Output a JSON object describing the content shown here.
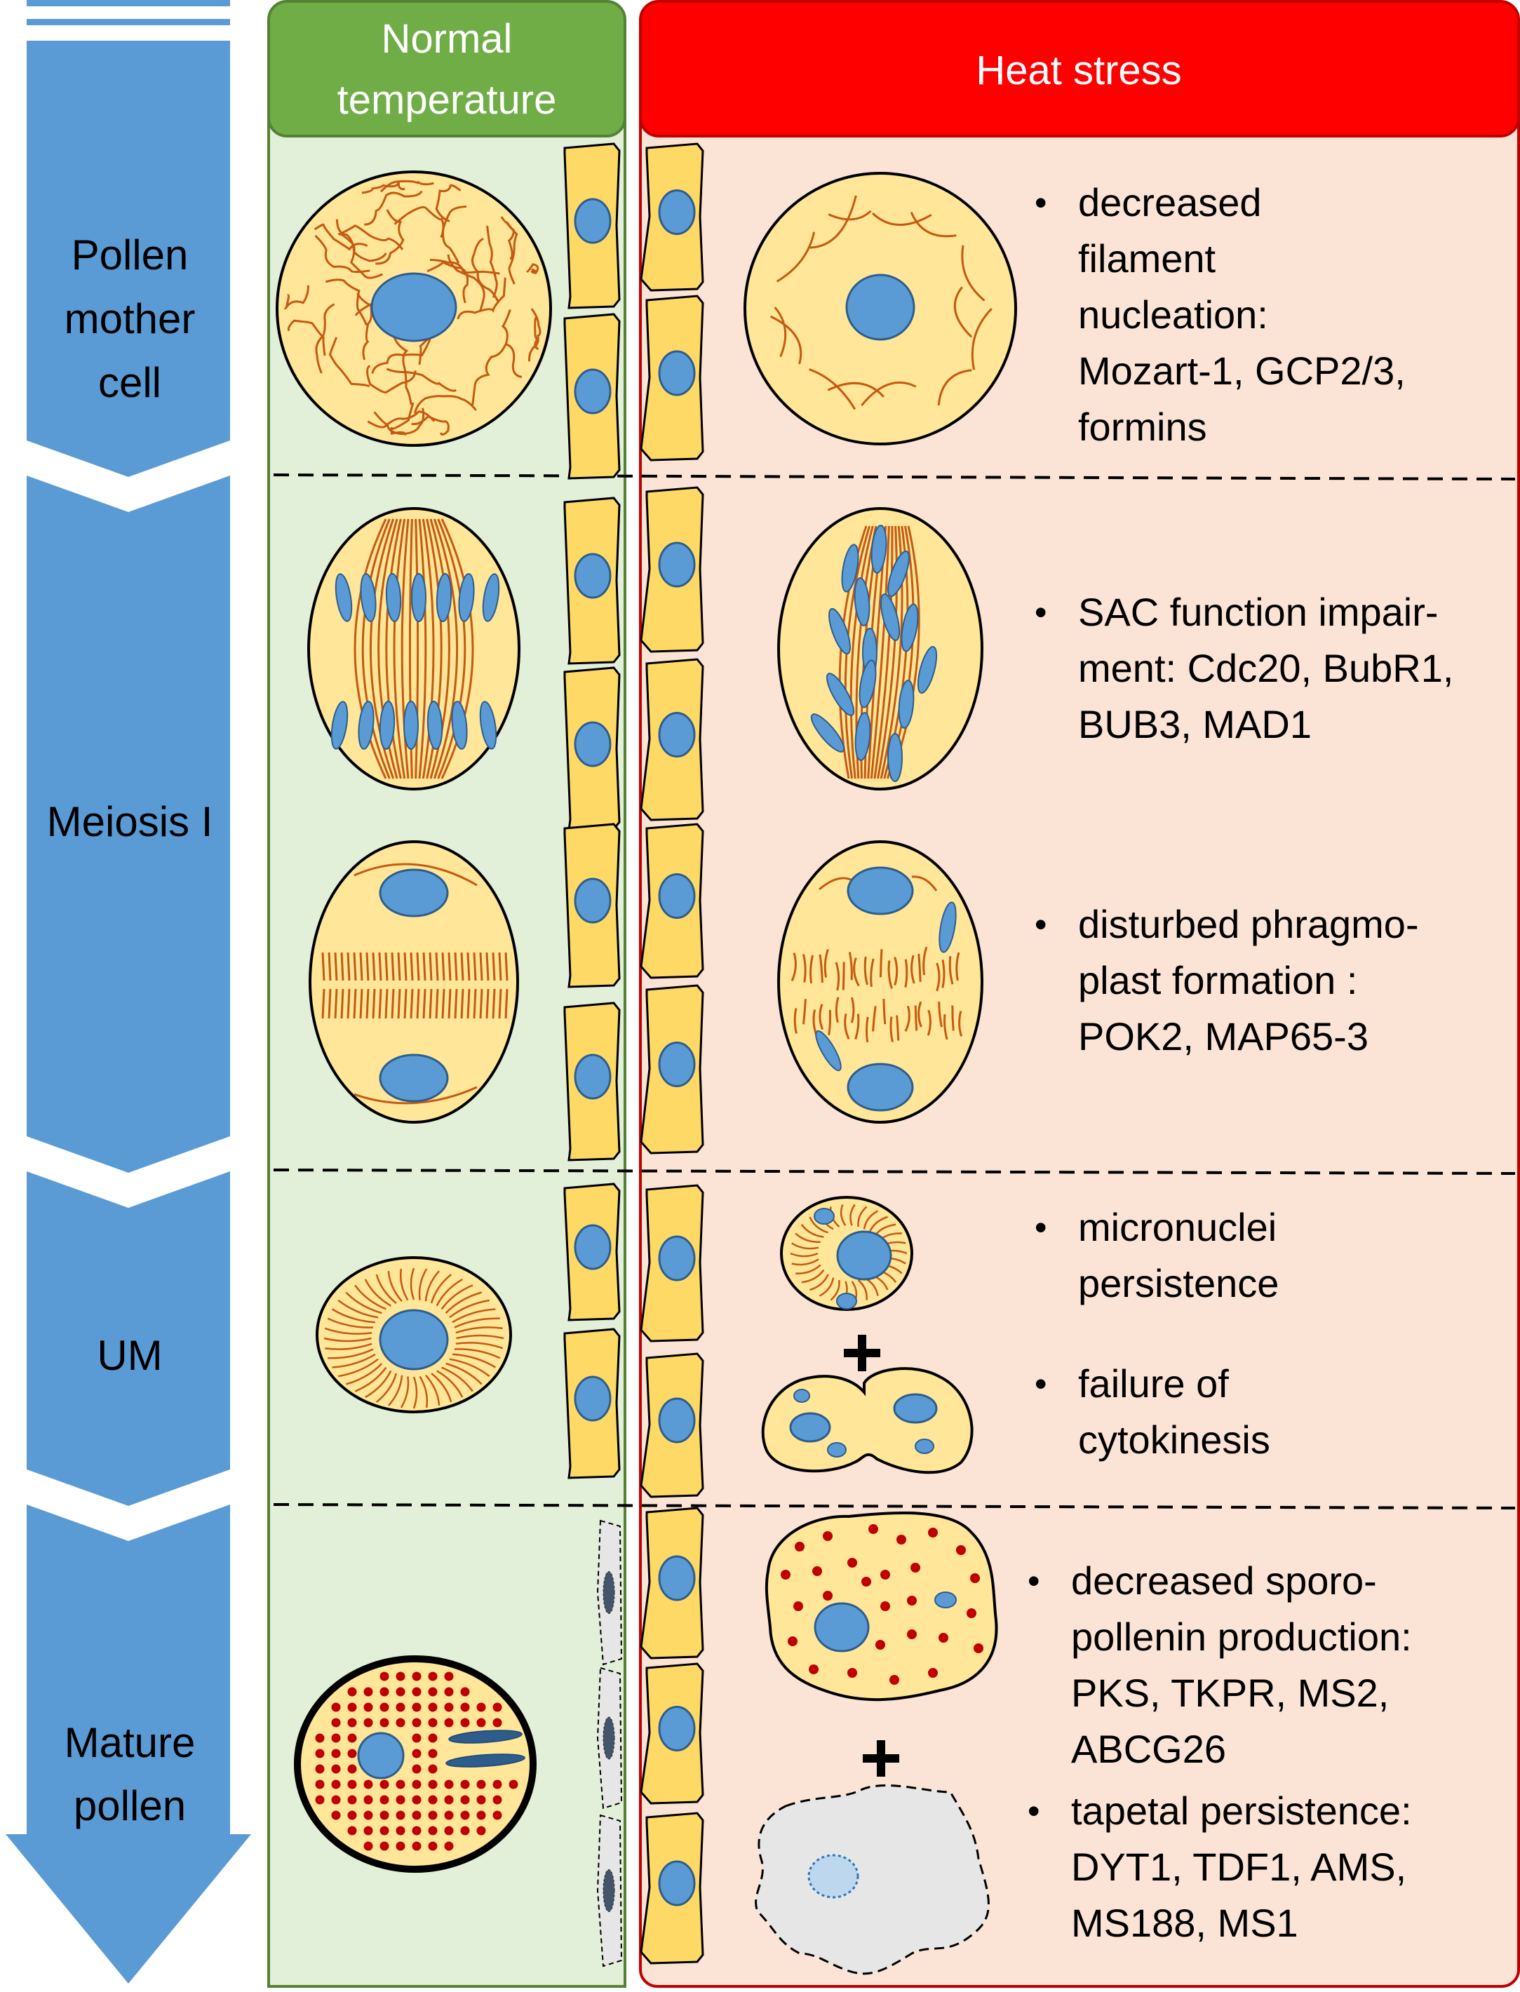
{
  "headers": {
    "normal_line1": "Normal",
    "normal_line2": "temperature",
    "heat": "Heat stress"
  },
  "stages": [
    {
      "lines": [
        "Pollen",
        "mother",
        "cell"
      ]
    },
    {
      "lines": [
        "Meiosis I"
      ]
    },
    {
      "lines": [
        "UM"
      ]
    },
    {
      "lines": [
        "Mature",
        "pollen"
      ]
    }
  ],
  "effects": [
    {
      "lines": [
        "decreased",
        "filament",
        "nucleation:",
        "Mozart-1, GCP2/3,",
        "formins"
      ]
    },
    {
      "lines": [
        "SAC function impair-",
        "ment: Cdc20, BubR1,",
        "BUB3, MAD1"
      ]
    },
    {
      "lines": [
        "disturbed phragmo-",
        "plast formation :",
        "POK2, MAP65-3"
      ]
    },
    {
      "lines": [
        "micronuclei",
        "persistence"
      ]
    },
    {
      "lines": [
        "failure of",
        "cytokinesis"
      ]
    },
    {
      "lines": [
        "decreased sporo-",
        "pollenin production:",
        "PKS, TKPR, MS2,",
        "ABCG26"
      ]
    },
    {
      "lines": [
        "tapetal persistence:",
        "DYT1, TDF1, AMS,",
        "MS188, MS1"
      ]
    }
  ],
  "plus_sign": "+",
  "bullet": "•",
  "colors": {
    "normal_panel_fill": "#e2efd9",
    "normal_panel_border": "#548235",
    "normal_header": "#70ad47",
    "heat_panel_fill": "#fbe4d5",
    "heat_panel_border": "#c00000",
    "heat_header": "#ff0000",
    "arrow_blue": "#5b9bd5",
    "cell_fill": "#ffe699",
    "tapetum_fill": "#ffd966",
    "nucleus": "#5b9bd5",
    "filament": "#c55a11",
    "starch_dots": "#c00000",
    "degenerate_fill": "#e7e6e6"
  }
}
